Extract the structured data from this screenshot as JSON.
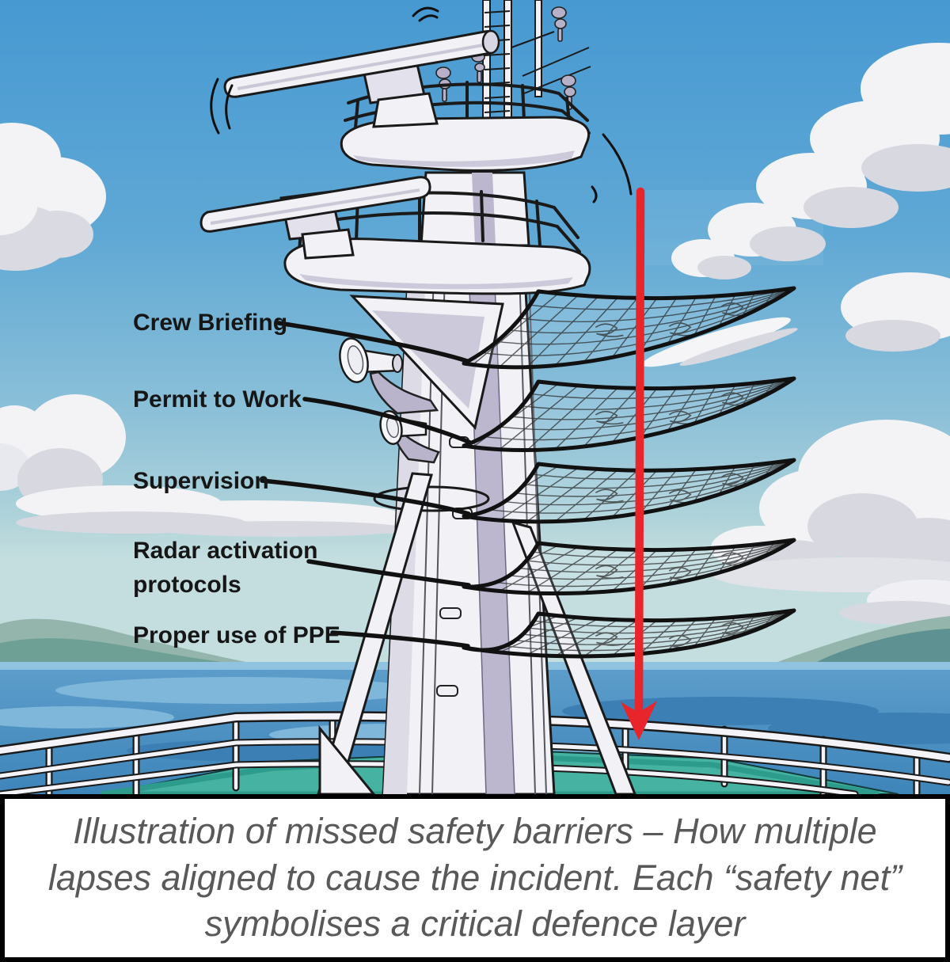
{
  "diagram": {
    "title_hint": "Ship mast with five safety nets and a falling red arrow",
    "labels": [
      {
        "line1": "Crew Briefing"
      },
      {
        "line1": "Permit to Work"
      },
      {
        "line1": "Supervision"
      },
      {
        "line1": "Radar activation",
        "line2": "protocols"
      },
      {
        "line1": "Proper use of PPE"
      }
    ],
    "net_count": "5",
    "colors": {
      "arrow_red": "#E8252B",
      "label_text": "#161616",
      "sky_top": "#4799D2",
      "sky_horizon": "#C2DDDE",
      "sea": "#4E95C6",
      "deck_teal": "#46B2A1",
      "cloud_white": "#F3F3F6",
      "cloud_gray": "#D8D9E0",
      "mast_white": "#F2F1F6",
      "mast_lavender": "#BCB6CE",
      "caption_text_color": "#595959"
    }
  },
  "caption": {
    "text": "Illustration of missed safety barriers – How multiple lapses aligned to cause the incident. Each “safety net” symbolises a critical defence layer"
  }
}
